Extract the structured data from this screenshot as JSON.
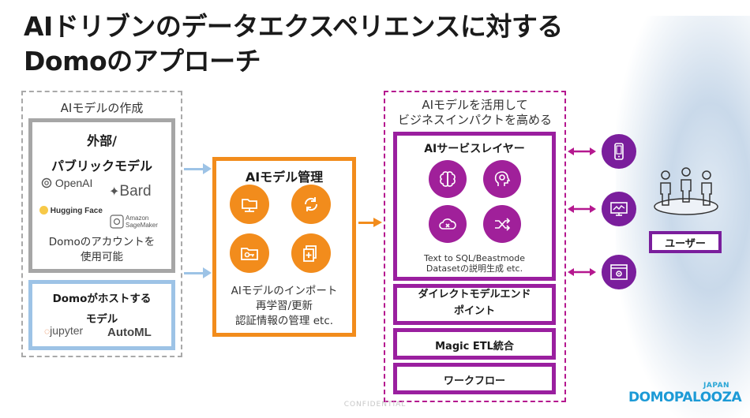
{
  "title": {
    "line1": "AIドリブンのデータエクスペリエンスに対する",
    "line2": "Domoのアプローチ"
  },
  "left_section": {
    "heading": "AIモデルの作成",
    "external": {
      "title_line1": "外部/",
      "title_line2": "パブリックモデル",
      "logos": {
        "openai": "OpenAI",
        "bard": "Bard",
        "huggingface": "Hugging Face",
        "sagemaker_line1": "Amazon",
        "sagemaker_line2": "SageMaker"
      },
      "desc_line1": "Domoのアカウントを",
      "desc_line2": "使用可能"
    },
    "hosted": {
      "title_line1": "Domoがホストする",
      "title_line2": "モデル",
      "logos": {
        "jupyter": "jupyter",
        "automl": "AutoML"
      }
    }
  },
  "model_management": {
    "title": "AIモデル管理",
    "icons": [
      "folder-network-icon",
      "refresh-icon",
      "folder-key-icon",
      "add-file-icon"
    ],
    "desc_line1": "AIモデルのインポート",
    "desc_line2": "再学習/更新",
    "desc_line3": "認証情報の管理 etc."
  },
  "right_section": {
    "heading_line1": "AIモデルを活用して",
    "heading_line2": "ビジネスインパクトを高める",
    "ai_service": {
      "title": "AIサービスレイヤー",
      "icons": [
        "brain-icon",
        "head-gear-icon",
        "cloud-x-icon",
        "shuffle-icon"
      ],
      "desc_line1": "Text to SQL/Beastmode",
      "desc_line2": "Datasetの説明生成 etc."
    },
    "endpoint_line1": "ダイレクトモデルエンド",
    "endpoint_line2": "ポイント",
    "etl": "Magic ETL統合",
    "workflow": "ワークフロー"
  },
  "channels": {
    "icons": [
      "mobile-phone-icon",
      "monitor-chart-icon",
      "browser-settings-icon"
    ]
  },
  "users": {
    "label": "ユーザー"
  },
  "footer": {
    "confidential": "CONFIDENTIAL",
    "brand_japan": "JAPAN",
    "brand_logo": "DOMOPALOOZA"
  },
  "colors": {
    "orange": "#f28c1c",
    "purple": "#9a1f9f",
    "dark_purple": "#7a1e9c",
    "light_blue": "#9dc3e6",
    "gray": "#a6a6a6"
  }
}
